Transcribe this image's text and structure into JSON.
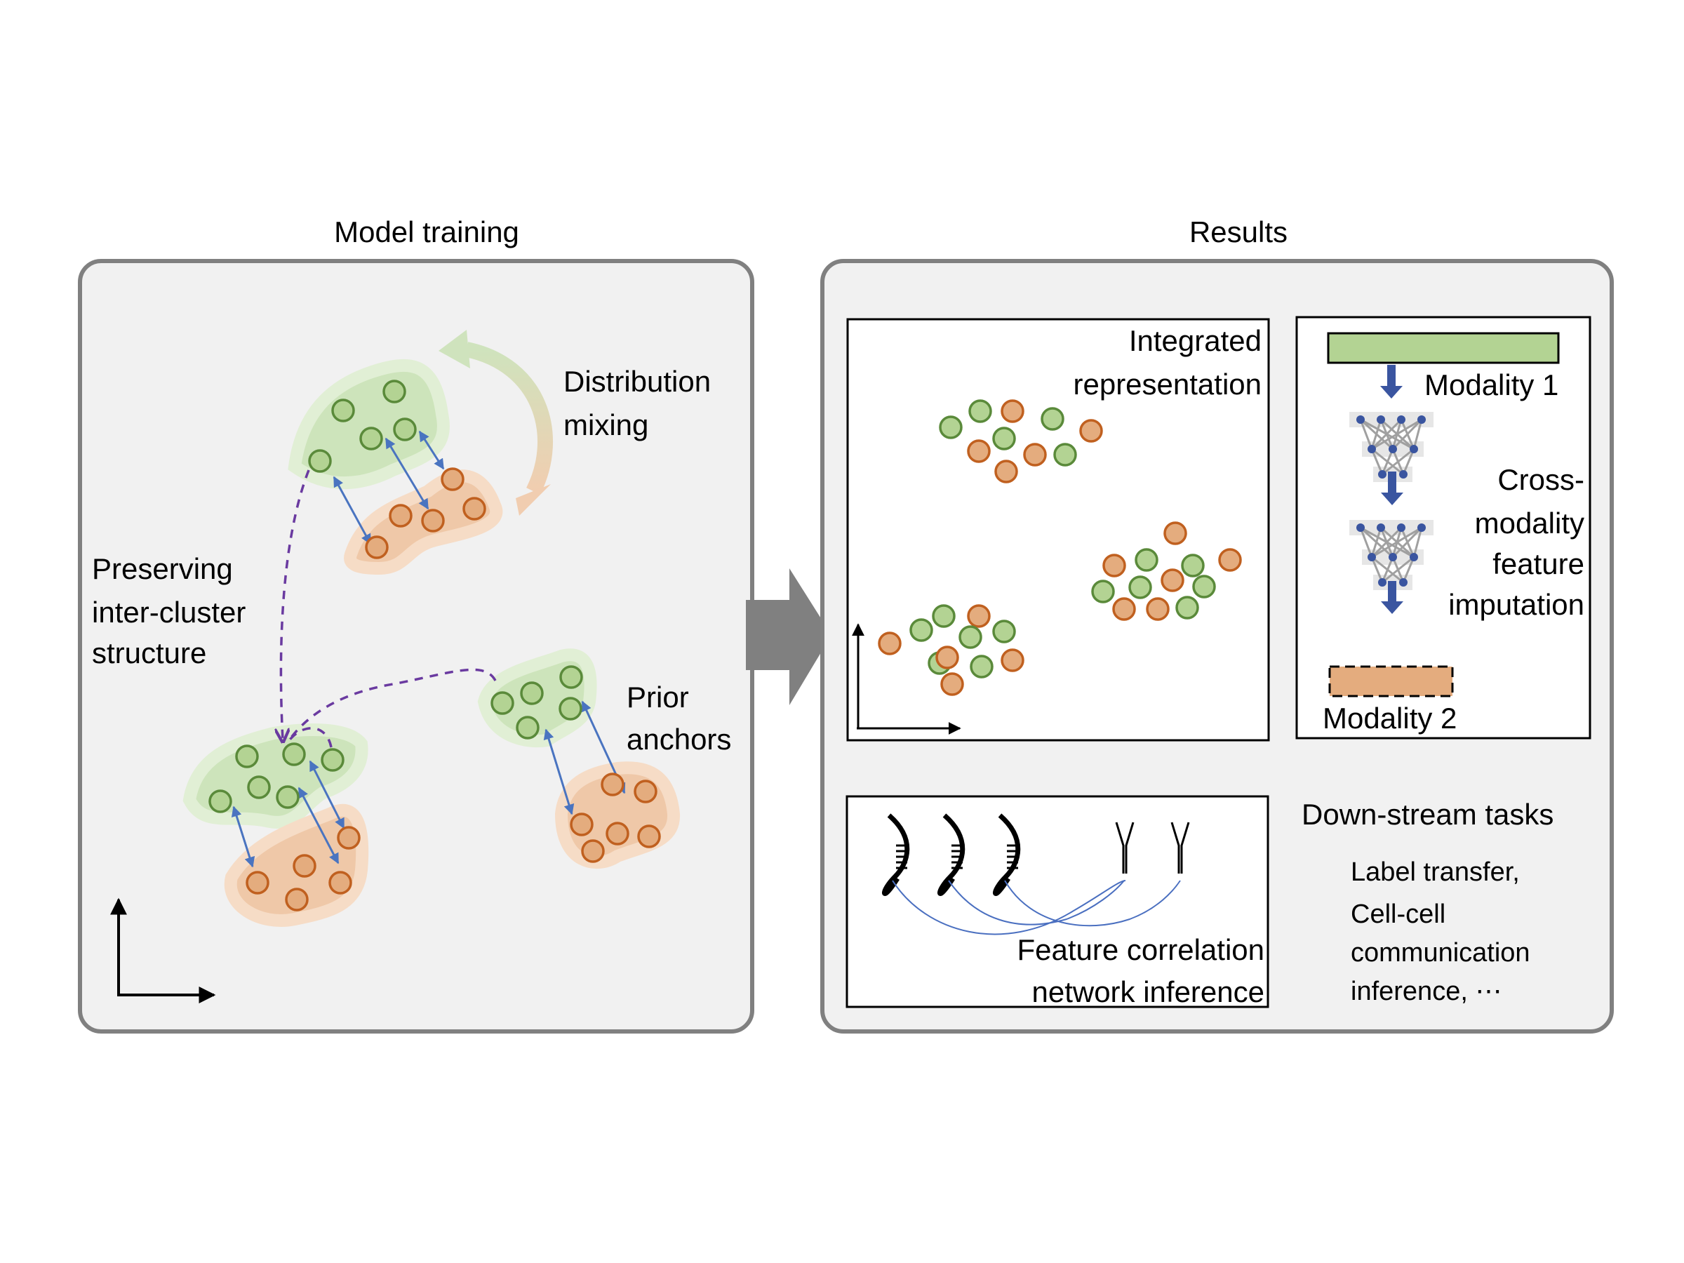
{
  "figure": {
    "left_panel": {
      "title": "Model training",
      "labels": {
        "distribution_mixing": [
          "Distribution",
          "mixing"
        ],
        "preserving": [
          "Preserving",
          "inter-cluster",
          "structure"
        ],
        "prior_anchors": [
          "Prior",
          "anchors"
        ]
      }
    },
    "right_panel": {
      "title": "Results",
      "integrated": [
        "Integrated",
        "representation"
      ],
      "imputation": {
        "modality1": "Modality 1",
        "modality2": "Modality 2",
        "label": [
          "Cross-",
          "modality",
          "feature",
          "imputation"
        ]
      },
      "network": [
        "Feature correlation",
        "network inference"
      ],
      "downstream": {
        "title": "Down-stream tasks",
        "items": [
          "Label transfer,",
          "Cell-cell",
          "communication",
          "inference, ⋯"
        ]
      }
    },
    "colors": {
      "green_fill": "#b3d393",
      "green_stroke": "#5a8a3a",
      "orange_fill": "#e4ac7e",
      "orange_stroke": "#c0601f",
      "anchor_arrow": "#4a74c0",
      "dashed_purple": "#6a3aa0",
      "panel_bg": "#f1f1f1",
      "panel_border": "#808080",
      "nn_blue": "#3a55a0"
    }
  }
}
